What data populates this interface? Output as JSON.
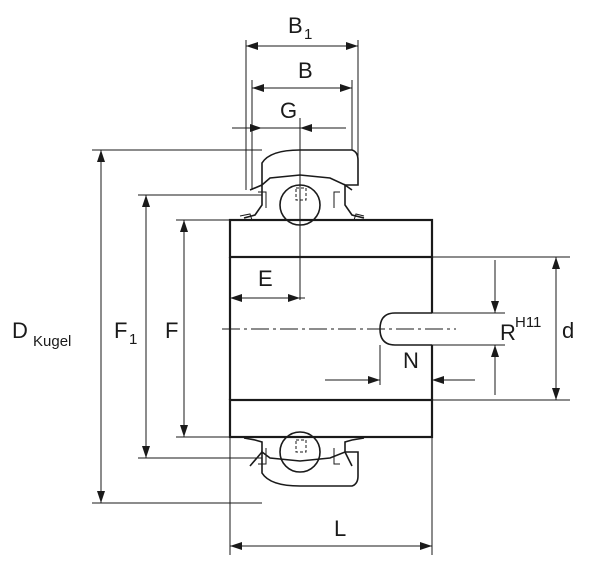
{
  "labels": {
    "b1_main": "B",
    "b1_sub": "1",
    "b": "B",
    "g": "G",
    "e": "E",
    "n": "N",
    "l": "L",
    "d": "d",
    "f": "F",
    "f1_main": "F",
    "f1_sub": "1",
    "dkugel_main": "D",
    "dkugel_sub": "Kugel",
    "r_main": "R",
    "r_sup": "H11"
  },
  "colors": {
    "line": "#1a1a1a",
    "background": "#ffffff"
  }
}
